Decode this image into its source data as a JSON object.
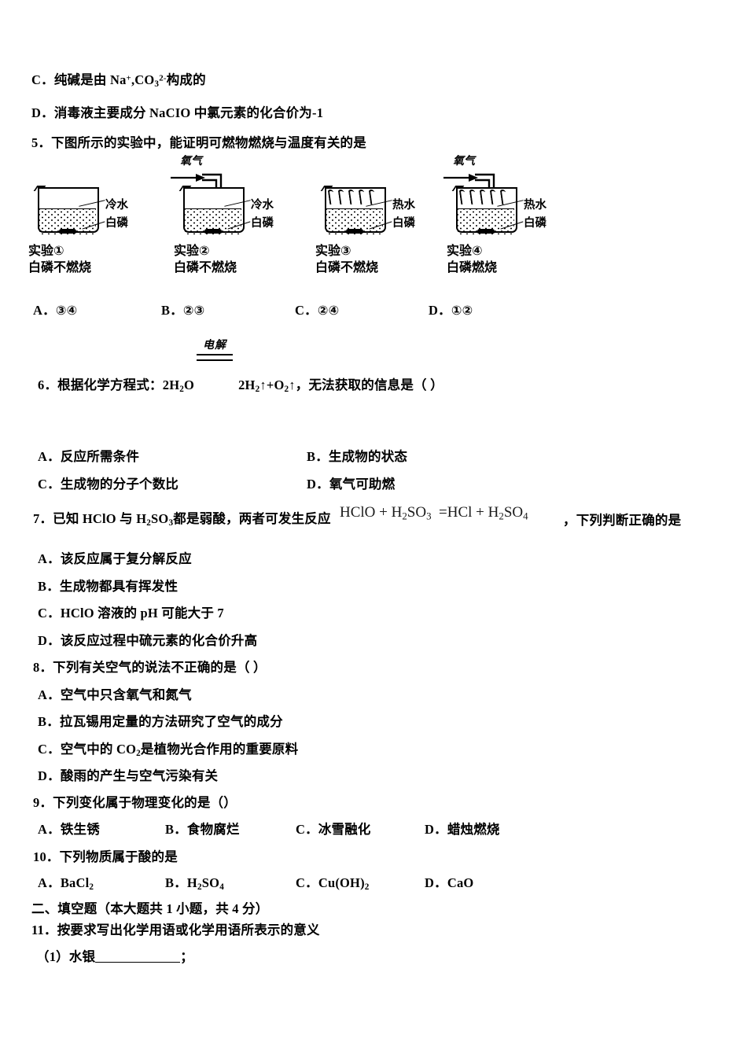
{
  "document": {
    "type": "chemistry-exam-paper",
    "language": "zh-CN"
  },
  "q4_tail": {
    "option_c": "C．纯碱是由 Na+,CO32-构成的",
    "option_c_parts": {
      "label": "C．",
      "text_before": "纯碱是由 Na",
      "sup1": "+",
      "mid": ",CO",
      "sub1": "3",
      "sup2": "2-",
      "text_after": "构成的"
    },
    "option_d": "D．消毒液主要成分 NaCIO 中氯元素的化合价为-1"
  },
  "q5": {
    "stem": "5．下图所示的实验中，能证明可燃物燃烧与温度有关的是",
    "experiments": [
      {
        "id": "exp1",
        "caption_line1": "实验①",
        "caption_line2": "白磷不燃烧",
        "water_label": "冷水",
        "solid_label": "白磷",
        "hot": false,
        "oxygen": false,
        "oxygen_label": ""
      },
      {
        "id": "exp2",
        "caption_line1": "实验②",
        "caption_line2": "白磷不燃烧",
        "water_label": "冷水",
        "solid_label": "白磷",
        "hot": false,
        "oxygen": true,
        "oxygen_label": "氧气"
      },
      {
        "id": "exp3",
        "caption_line1": "实验③",
        "caption_line2": "白磷不燃烧",
        "water_label": "热水",
        "solid_label": "白磷",
        "hot": true,
        "oxygen": false,
        "oxygen_label": ""
      },
      {
        "id": "exp4",
        "caption_line1": "实验④",
        "caption_line2": "白磷燃烧",
        "water_label": "热水",
        "solid_label": "白磷",
        "hot": true,
        "oxygen": true,
        "oxygen_label": "氧气"
      }
    ],
    "options": [
      {
        "label": "A．",
        "text": "③④"
      },
      {
        "label": "B．",
        "text": "②③"
      },
      {
        "label": "C．",
        "text": "②④"
      },
      {
        "label": "D．",
        "text": "①②"
      }
    ]
  },
  "q6": {
    "condition_label": "电解",
    "stem_prefix": "6．根据化学方程式：",
    "equation_left": "2H2O",
    "equation_right": "2H2↑+O2↑",
    "stem_suffix": "，无法获取的信息是（    ）",
    "options": [
      {
        "label": "A．",
        "text": "反应所需条件"
      },
      {
        "label": "B．",
        "text": "生成物的状态"
      },
      {
        "label": "C．",
        "text": "生成物的分子个数比"
      },
      {
        "label": "D．",
        "text": "氧气可助燃"
      }
    ]
  },
  "q7": {
    "stem_before": "7．已知 HClO 与 H2SO3都是弱酸，两者可发生反应",
    "equation": "HClO + H2SO3 = HCl + H2SO4",
    "stem_after": "，下列判断正确的是",
    "options": [
      {
        "label": "A．",
        "text": "该反应属于复分解反应"
      },
      {
        "label": "B．",
        "text": "生成物都具有挥发性"
      },
      {
        "label": "C．",
        "text": "HClO 溶液的 pH 可能大于 7"
      },
      {
        "label": "D．",
        "text": "该反应过程中硫元素的化合价升高"
      }
    ]
  },
  "q8": {
    "stem": "8．下列有关空气的说法不正确的是（ ）",
    "options": [
      {
        "label": "A．",
        "text": "空气中只含氧气和氮气"
      },
      {
        "label": "B．",
        "text": "拉瓦锡用定量的方法研究了空气的成分"
      },
      {
        "label": "C．",
        "text": "空气中的 CO2是植物光合作用的重要原料"
      },
      {
        "label": "D．",
        "text": "酸雨的产生与空气污染有关"
      }
    ]
  },
  "q9": {
    "stem": "9．下列变化属于物理变化的是（）",
    "options": [
      {
        "label": "A．",
        "text": "铁生锈"
      },
      {
        "label": "B．",
        "text": "食物腐烂"
      },
      {
        "label": "C．",
        "text": "冰雪融化"
      },
      {
        "label": "D．",
        "text": "蜡烛燃烧"
      }
    ]
  },
  "q10": {
    "stem": "10．下列物质属于酸的是",
    "options": [
      {
        "label": "A．",
        "text": "BaCl2"
      },
      {
        "label": "B．",
        "text": "H2SO4"
      },
      {
        "label": "C．",
        "text": "Cu(OH)2"
      },
      {
        "label": "D．",
        "text": "CaO"
      }
    ]
  },
  "section2": {
    "heading": "二、填空题（本大题共 1 小题，共 4 分）",
    "q11_stem": "11．按要求写出化学用语或化学用语所表示的意义",
    "q11_item1_prefix": "（1）水银",
    "q11_item1_suffix": "；"
  }
}
